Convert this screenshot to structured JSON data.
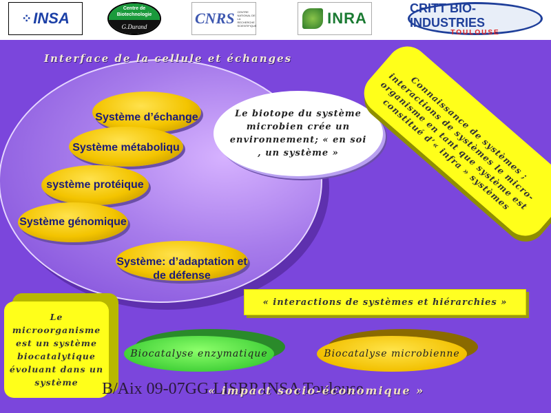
{
  "logos": {
    "insa": "INSA",
    "centre_biotechnologie": "Centre de Biotechnologie",
    "cnrs": "CNRS",
    "cnrs_subtitle": "CENTRE NATIONAL DE LA RECHERCHE SCIENTIFIQUE",
    "inra": "INRA",
    "critt_line1": "CRITT BIO-INDUSTRIES",
    "critt_line2": "TOULOUSE"
  },
  "title": "Interface de la cellule et échanges",
  "systems": {
    "echange": "Système d’échange",
    "metabolique": "Système métaboliqu",
    "proteique": "système protéique",
    "genomique": "Système génomique",
    "adaptation": "Système: d’adaptation et de défense"
  },
  "biotope": "Le biotope du système microbien crée un environnement; « en soi , un système »",
  "connaissance": "Connaissance de systèmes ; interactions de systèmes le micro-organisme en tant que système est constitué d’« infra » systèmes",
  "interactions": "« interactions de systèmes et hiérarchies »",
  "microorganisme": "Le microorganisme est un système biocatalytique évoluant dans un système",
  "biocatalyse_enzymatique": "Biocatalyse enzymatique",
  "biocatalyse_microbienne": "Biocatalyse microbienne",
  "footer": "B/Aix 09-07GG LISBP INSA Toulouse",
  "impact": "« impact socio-économique »",
  "colors": {
    "background": "#7b46dc",
    "gold": "#f3c400",
    "yellow": "#ffff1a",
    "green": "#44d23a"
  }
}
